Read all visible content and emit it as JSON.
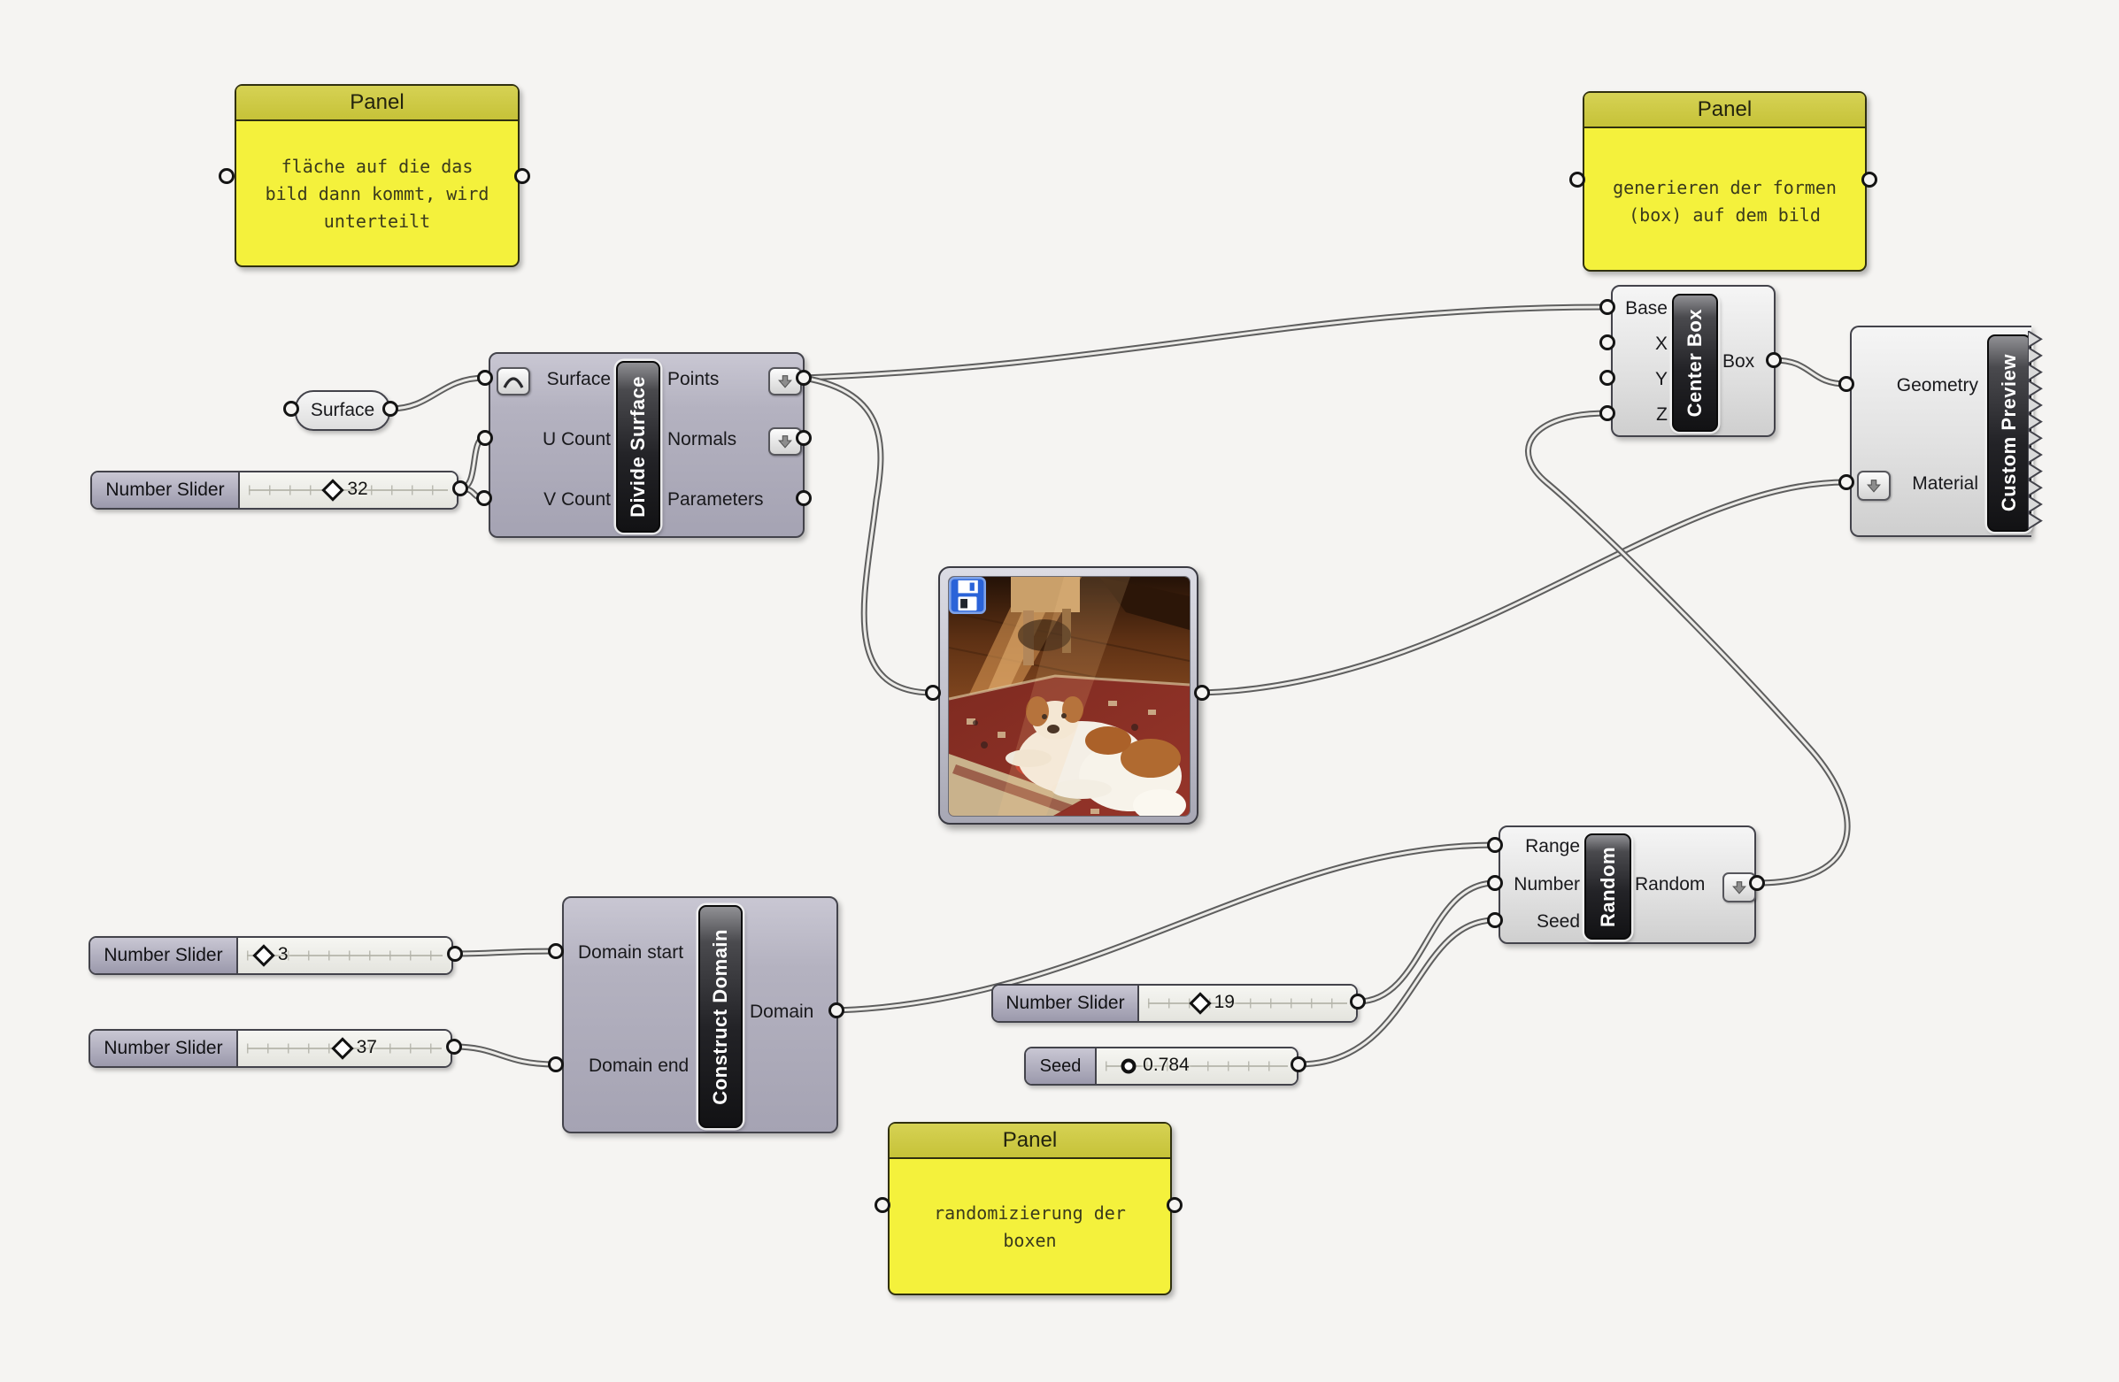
{
  "canvas": {
    "background": "#f5f4f2"
  },
  "panels": {
    "top_left": {
      "title": "Panel",
      "text": "fläche auf die das\nbild dann kommt, wird\nunterteilt"
    },
    "top_right": {
      "title": "Panel",
      "text": "generieren der formen\n(box) auf dem bild"
    },
    "bottom": {
      "title": "Panel",
      "text": "randomizierung der\nboxen"
    }
  },
  "params": {
    "surface": {
      "label": "Surface"
    },
    "slider_uv": {
      "label": "Number Slider",
      "value": "32"
    },
    "slider_start": {
      "label": "Number Slider",
      "value": "3"
    },
    "slider_end": {
      "label": "Number Slider",
      "value": "37"
    },
    "slider_count": {
      "label": "Number Slider",
      "value": "19"
    },
    "slider_seed": {
      "label": "Seed",
      "value": "0.784"
    }
  },
  "components": {
    "divide_surface": {
      "name": "Divide Surface",
      "inputs": [
        "Surface",
        "U Count",
        "V Count"
      ],
      "outputs": [
        "Points",
        "Normals",
        "Parameters"
      ]
    },
    "center_box": {
      "name": "Center Box",
      "inputs": [
        "Base",
        "X",
        "Y",
        "Z"
      ],
      "outputs": [
        "Box"
      ]
    },
    "custom_preview": {
      "name": "Custom Preview",
      "inputs": [
        "Geometry",
        "Material"
      ],
      "outputs": []
    },
    "construct_domain": {
      "name": "Construct Domain",
      "inputs": [
        "Domain start",
        "Domain end"
      ],
      "outputs": [
        "Domain"
      ]
    },
    "random": {
      "name": "Random",
      "inputs": [
        "Range",
        "Number",
        "Seed"
      ],
      "outputs": [
        "Random"
      ]
    }
  },
  "image_node": {
    "content": "photo of two Cavalier King Charles spaniels on a red oriental rug",
    "icon": "floppy-disk-save-icon"
  },
  "icons": {
    "save": "floppy-disk",
    "output_arrow": "down-arrow",
    "graph": "graph-curve"
  },
  "connections": [
    {
      "from": "Surface",
      "to": "Divide Surface.Surface"
    },
    {
      "from": "Number Slider 32",
      "to": "Divide Surface.U Count"
    },
    {
      "from": "Number Slider 32",
      "to": "Divide Surface.V Count"
    },
    {
      "from": "Divide Surface.Points",
      "to": "Center Box.Base"
    },
    {
      "from": "Divide Surface.Points",
      "to": "Image Sampler"
    },
    {
      "from": "Image Sampler",
      "to": "Custom Preview.Material"
    },
    {
      "from": "Center Box.Box",
      "to": "Custom Preview.Geometry"
    },
    {
      "from": "Random.Random",
      "to": "Center Box.Z"
    },
    {
      "from": "Number Slider 3",
      "to": "Construct Domain.Domain start"
    },
    {
      "from": "Number Slider 37",
      "to": "Construct Domain.Domain end"
    },
    {
      "from": "Construct Domain.Domain",
      "to": "Random.Range"
    },
    {
      "from": "Number Slider 19",
      "to": "Random.Number"
    },
    {
      "from": "Seed 0.784",
      "to": "Random.Seed"
    }
  ],
  "colors": {
    "panel_header": "#cdc943",
    "panel_body": "#f4f13c",
    "component_lavender": "#b2b0be",
    "component_light": "#e8e8e8",
    "capsule_dark": "#232327",
    "wire": "#5e5e5e",
    "canvas": "#f5f4f2"
  }
}
